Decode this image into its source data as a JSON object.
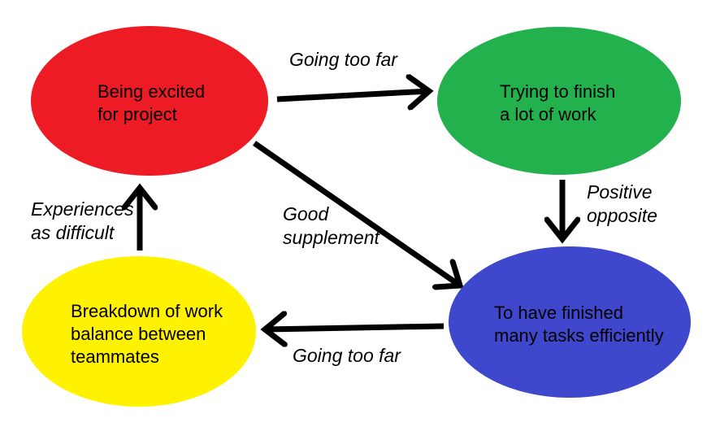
{
  "diagram": {
    "background": "#ffffff",
    "arrow_color": "#000000",
    "text_color": "#000000",
    "nodes": [
      {
        "id": "being-excited",
        "lines": [
          "Being excited",
          "for project"
        ],
        "color": "#ed1c24"
      },
      {
        "id": "trying-to-finish",
        "lines": [
          "Trying to finish",
          "a lot of work"
        ],
        "color": "#22b14c"
      },
      {
        "id": "finished-tasks",
        "lines": [
          "To have finished",
          "many tasks efficiently"
        ],
        "color": "#3f48cc"
      },
      {
        "id": "work-breakdown",
        "lines": [
          "Breakdown of work",
          "balance between",
          "teammates"
        ],
        "color": "#fff200"
      }
    ],
    "edges": [
      {
        "id": "excited-to-trying",
        "from": "being-excited",
        "to": "trying-to-finish",
        "label": "Going too far"
      },
      {
        "id": "trying-to-finished",
        "from": "trying-to-finish",
        "to": "finished-tasks",
        "label_lines": [
          "Positive",
          "opposite"
        ]
      },
      {
        "id": "excited-to-finished",
        "from": "being-excited",
        "to": "finished-tasks",
        "label_lines": [
          "Good",
          "supplement"
        ]
      },
      {
        "id": "finished-to-breakdown",
        "from": "finished-tasks",
        "to": "work-breakdown",
        "label": "Going too far"
      },
      {
        "id": "breakdown-to-excited",
        "from": "work-breakdown",
        "to": "being-excited",
        "label_lines": [
          "Experiences",
          "as difficult"
        ]
      }
    ]
  }
}
